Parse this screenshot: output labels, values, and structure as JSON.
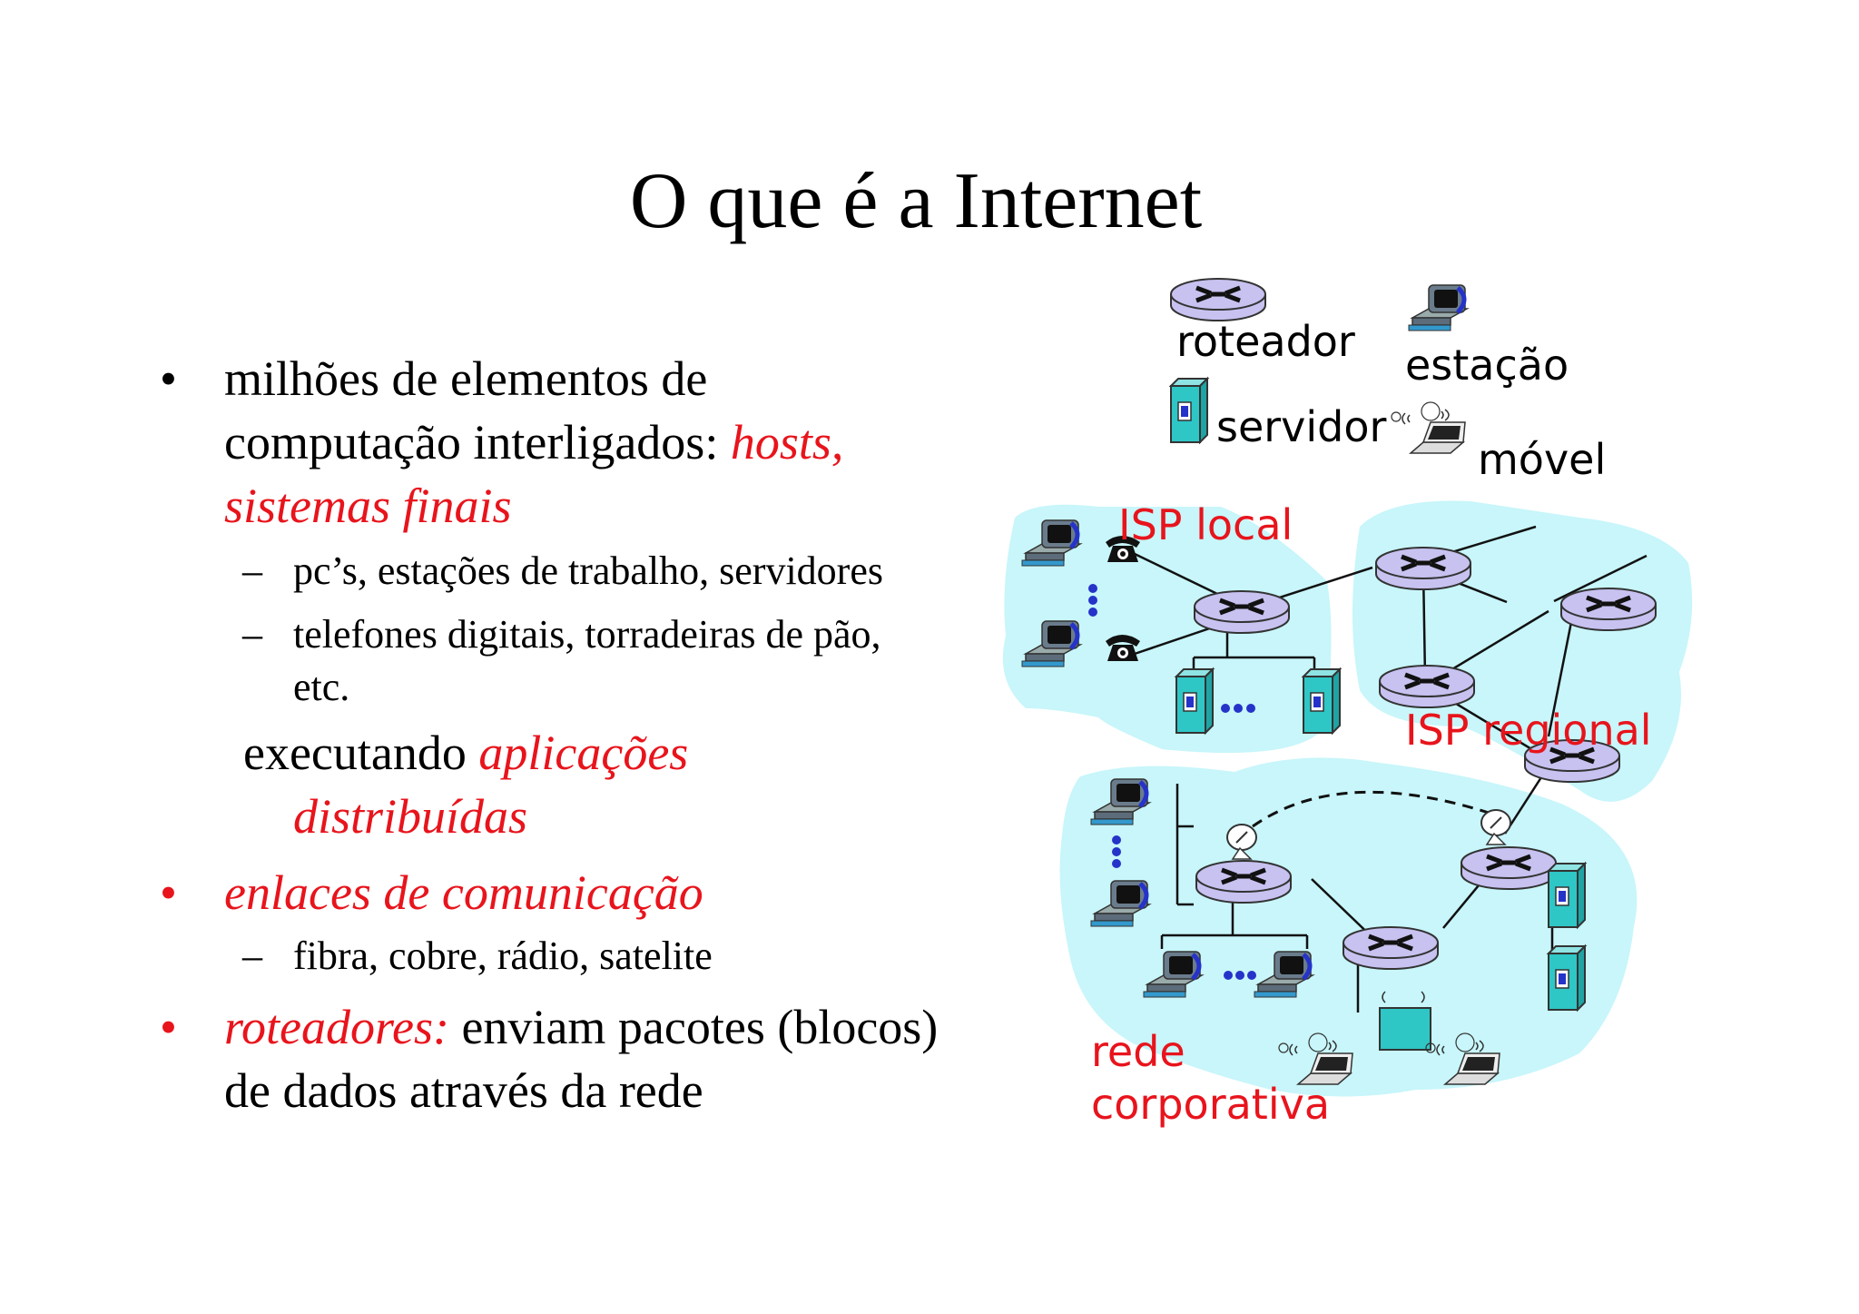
{
  "title": "O que é a Internet",
  "bullets": {
    "b1_part1": "milhões de elementos de computação interligados: ",
    "b1_red": "hosts, sistemas finais",
    "b1_sub1": "pc’s, estações de trabalho, servidores",
    "b1_sub2": "telefones digitais, torradeiras de pão, etc.",
    "b1_cont": "executando ",
    "b1_cont_red1": "aplicações",
    "b1_cont_red2": "distribuídas",
    "b2_red": "enlaces de comunicação",
    "b2_sub1": "fibra, cobre, rádio, satelite",
    "b3_red": "roteadores:",
    "b3_rest": " enviam pacotes (blocos) de dados através da rede",
    "bullet_char": "•",
    "dash_char": "–"
  },
  "legend": {
    "router": "roteador",
    "station": "estação",
    "server": "servidor",
    "mobile": "móvel"
  },
  "network": {
    "isp_local": "ISP local",
    "isp_regional": "ISP regional",
    "corporate_1": "rede",
    "corporate_2": "corporativa"
  },
  "colors": {
    "accent_red": "#e8141c",
    "cloud": "#c8f6fa",
    "router_fill": "#c7c2f0",
    "device_teal": "#2fc6c6"
  }
}
